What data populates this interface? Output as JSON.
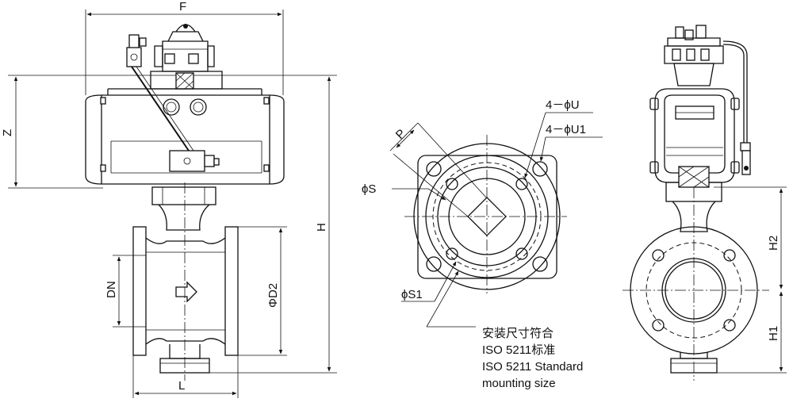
{
  "dimensions": {
    "F": "F",
    "Z": "Z",
    "H": "H",
    "DN": "DN",
    "D2": "ΦD2",
    "L": "L",
    "P": "P",
    "S": "ϕS",
    "S1": "ϕS1",
    "U": "4－ϕU",
    "U1": "4－ϕU1",
    "H1": "H1",
    "H2": "H2"
  },
  "mounting_note": {
    "line1": "安装尺寸符合",
    "line2": "ISO 5211标准",
    "line3": "ISO 5211 Standard",
    "line4": "mounting size"
  },
  "flow_arrow_icon": "right-arrow-icon"
}
